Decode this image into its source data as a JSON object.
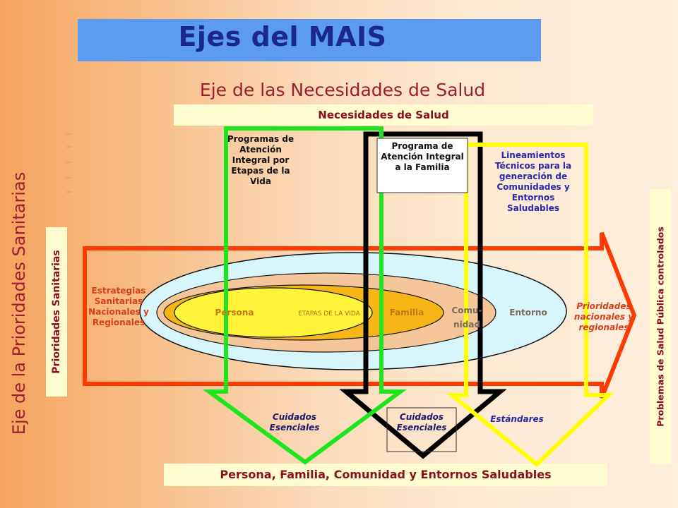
{
  "title": "Ejes del MAIS",
  "subtitle": "Eje de las Necesidades de Salud",
  "top_band": "Necesidades de Salud",
  "bottom_band": "Persona, Familia, Comunidad y Entornos Saludables",
  "left_axis_title": "Eje de la Prioridades Sanitarias",
  "left_band": "Prioridades Sanitarias",
  "right_band": "Problemas de Salud Pública controlados",
  "arrows": {
    "green_label": "Programas de Atención Integral por Etapas de la Vida",
    "black_label": "Programa de Atención Integral a la Familia",
    "yellow_label": "Lineamientos Técnicos para la generación de Comunidades y Entornos Saludables",
    "green_output": "Cuidados Esenciales",
    "black_output": "Cuidados Esenciales",
    "yellow_output": "Estándares"
  },
  "horizontal": {
    "left_label": "Estrategias Sanitarias Nacionales y Regionales",
    "right_label": "Prioridades nacionales y regionales"
  },
  "ellipses": {
    "persona": "Persona",
    "etapas": "ETAPAS DE LA VIDA",
    "familia": "Familia",
    "comunidad": "Comu- nidad",
    "entorno": "Entorno"
  },
  "colors": {
    "green": "#1ee61e",
    "black": "#000000",
    "yellow": "#ffff00",
    "orange": "#ff3a00",
    "ellipse_outer": "#d6f6fb",
    "ellipse_community": "#f4c69a",
    "ellipse_family": "#f6b716",
    "ellipse_person": "#fff43a",
    "title_bg": "#5b9bf0"
  }
}
